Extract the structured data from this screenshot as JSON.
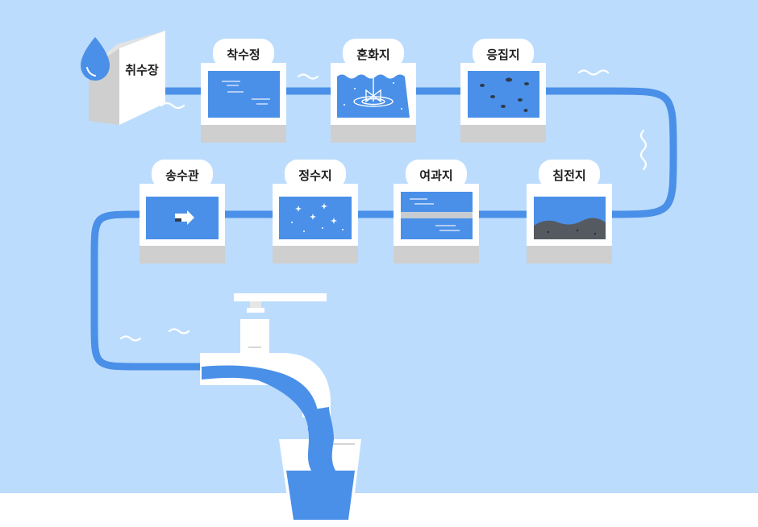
{
  "colors": {
    "background": "#bcdcfd",
    "ground": "#ffffff",
    "water": "#4a90e8",
    "pipe": "#4a90e8",
    "box_base": "#cfcfcf",
    "sediment": "#555a60",
    "label_text": "#1d1d1d"
  },
  "intake": {
    "label": "취수장"
  },
  "stages": [
    {
      "id": "receiving",
      "label": "착수정"
    },
    {
      "id": "mixing",
      "label": "혼화지"
    },
    {
      "id": "coagulation",
      "label": "응집지"
    },
    {
      "id": "sedimentation",
      "label": "침전지"
    },
    {
      "id": "filtration",
      "label": "여과지"
    },
    {
      "id": "purified",
      "label": "정수지"
    },
    {
      "id": "transmission",
      "label": "송수관"
    }
  ]
}
